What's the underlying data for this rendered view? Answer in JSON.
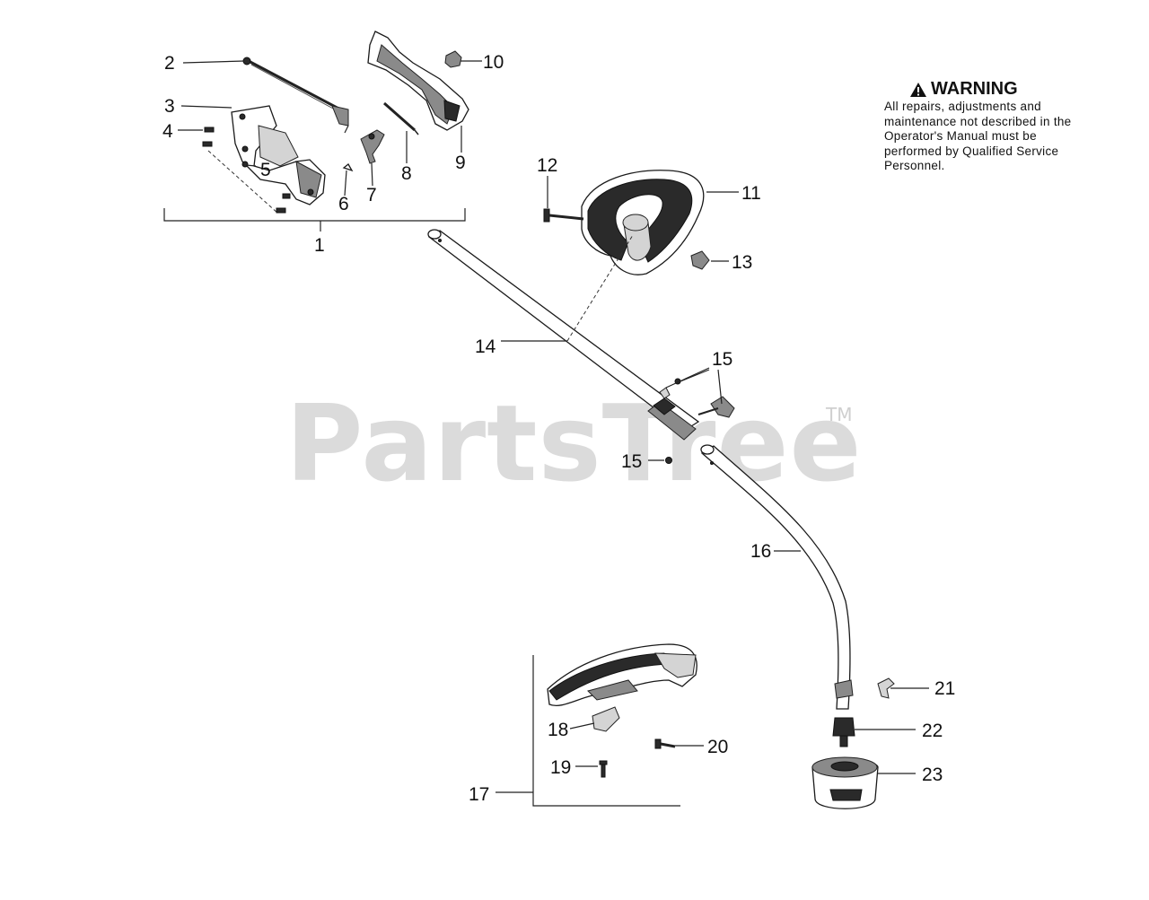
{
  "warning": {
    "icon": "warning-triangle-icon",
    "title": "WARNING",
    "body": "All repairs, adjustments and maintenance not described in the Operator's Manual must be performed by Qualified Service Personnel."
  },
  "watermark": {
    "text": "PartsTree",
    "trademark": "TM"
  },
  "part_labels": [
    "1",
    "2",
    "3",
    "4",
    "5",
    "6",
    "7",
    "8",
    "9",
    "10",
    "11",
    "12",
    "13",
    "14",
    "15",
    "15",
    "16",
    "17",
    "18",
    "19",
    "20",
    "21",
    "22",
    "23"
  ],
  "colors": {
    "ink": "#1a1a1a",
    "watermark": "#cfcfcf",
    "background": "#ffffff"
  }
}
